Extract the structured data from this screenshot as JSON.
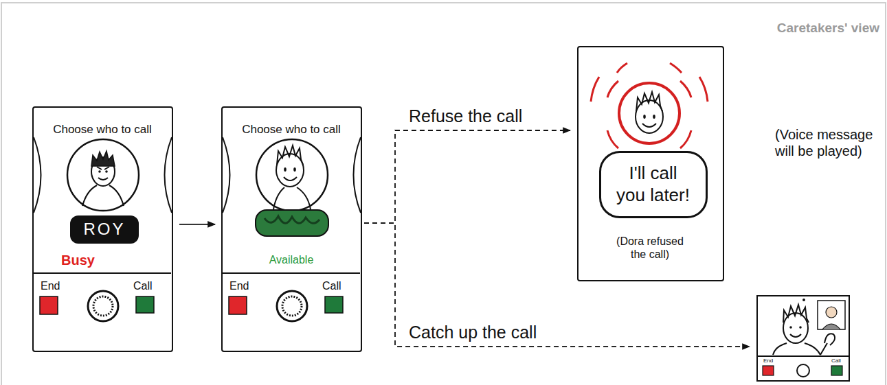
{
  "diagram": {
    "title": "Caretakers' view",
    "nodes": [
      {
        "text": [
          "Choose who to call",
          "Busy"
        ]
      },
      {
        "text": [
          "ROY"
        ],
        "in": 0
      },
      {
        "text": [
          "End",
          "Call"
        ],
        "in": 0
      },
      {
        "text": [
          "Choose who to call",
          "Available"
        ]
      },
      {
        "text": [
          "End",
          "Call"
        ],
        "in": 3
      },
      {
        "text": [
          "(Dora refused the call)"
        ]
      },
      {
        "text": [
          "I'll call you later!"
        ],
        "in": 5
      },
      {
        "text": [
          "End",
          "Call"
        ]
      }
    ],
    "edges": [
      {
        "from": 0,
        "to": 3,
        "arrow": "to"
      },
      {
        "from": 3,
        "to": 5,
        "label": "Refuse the call",
        "arrow": "to"
      },
      {
        "from": 3,
        "to": 7,
        "label": "Catch up the call",
        "arrow": "to"
      }
    ],
    "labels": [
      "(Voice message will be played)"
    ]
  }
}
